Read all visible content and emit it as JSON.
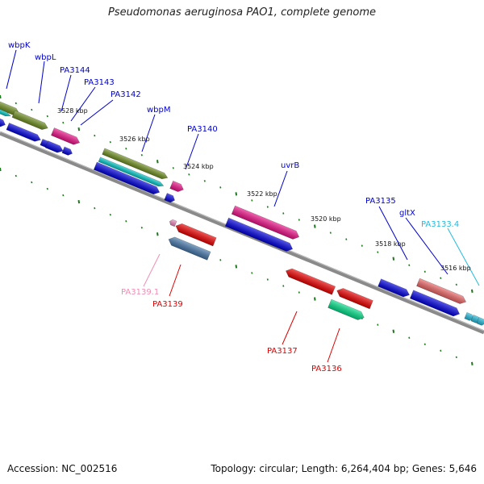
{
  "title": "Pseudomonas aeruginosa PAO1, complete genome",
  "footer": {
    "accession": "Accession: NC_002516",
    "meta": "Topology: circular; Length: 6,264,404 bp; Genes: 5,646"
  },
  "scale_labels": [
    "3528 kbp",
    "3526 kbp",
    "3524 kbp",
    "3522 kbp",
    "3520 kbp",
    "3518 kbp",
    "3516 kbp"
  ],
  "genes": [
    {
      "label": "wbpK",
      "color": "#0000cc"
    },
    {
      "label": "wbpL",
      "color": "#0000cc"
    },
    {
      "label": "PA3144",
      "color": "#0000cc"
    },
    {
      "label": "PA3143",
      "color": "#0000cc"
    },
    {
      "label": "PA3142",
      "color": "#0000cc"
    },
    {
      "label": "wbpM",
      "color": "#0000cc"
    },
    {
      "label": "PA3140",
      "color": "#0000cc"
    },
    {
      "label": "uvrB",
      "color": "#0000cc"
    },
    {
      "label": "PA3135",
      "color": "#0000cc"
    },
    {
      "label": "gltX",
      "color": "#0000cc"
    },
    {
      "label": "PA3133.4",
      "color": "#22bbdd"
    },
    {
      "label": "PA3139.1",
      "color": "#f08cb4"
    },
    {
      "label": "PA3139",
      "color": "#dd0000"
    },
    {
      "label": "PA3137",
      "color": "#dd0000"
    },
    {
      "label": "PA3136",
      "color": "#dd0000"
    }
  ],
  "colors": {
    "backbone": "#777777",
    "tick": "#1a7a1a",
    "blue_gene": "#0000e0",
    "olive": "#6f8f1f",
    "cyan": "#00c8c8",
    "magenta": "#ee1188",
    "red": "#ee0000",
    "steel": "#4477aa",
    "green": "#00dd88",
    "salmon": "#ee6666",
    "pink": "#ee88bb",
    "cyan_arrow": "#22bbdd"
  }
}
